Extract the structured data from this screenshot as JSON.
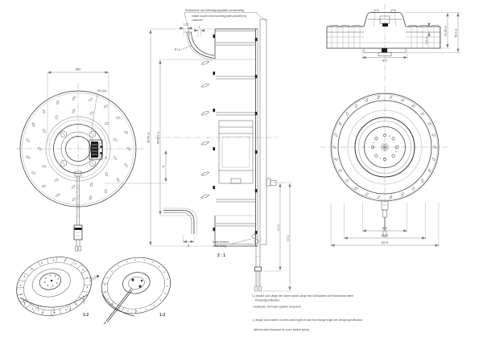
{
  "meta": {
    "background": "#ffffff",
    "ink": "#3a3a3a",
    "dim_ink": "#7a7a7a",
    "light_gray": "#c8c8c8"
  },
  "customer_note": {
    "de": "Einlaufdüse und Befestigungsplatte kundenseitig",
    "en1": "Intake nozzle and mounting plate provided by",
    "en2": "customer"
  },
  "front_view": {
    "dim_diameter": "Ø55",
    "thread_note": "M4 (4x)",
    "ref": "1)",
    "dim_offset": "11"
  },
  "section_view": {
    "dim_outer": "Ø178 ±2",
    "dim_inlet": "Ø128.5 ±1",
    "dim_gap1": "1.23",
    "dim_gap2": "2",
    "radius_note": "R7.5",
    "dim_flange": "11",
    "dim_len1": "L1 1)",
    "dim_len2": "L2 1)",
    "cable_de": "Kabel fixieren",
    "cable_en": "cable fixing",
    "detail_scale": "2 : 1"
  },
  "top_view": {
    "dim_height1": "50.85 ±1",
    "dim_height2": "58.3 ±1",
    "dim_hub": "6.8 ±1",
    "dim_diameter": "Ø72"
  },
  "rear_view": {
    "dim_d1": "Ø72",
    "dim_d2": "Ø132",
    "dim_d3": "Ø175"
  },
  "iso_views": {
    "scale_front": "1:2",
    "scale_back": "1:2"
  },
  "footnotes": {
    "de1": "1.) Anzahl und Länge der Litzen sowie Länge des Schlauches ab Flanschrand siehe",
    "de2": "Produktspezifikation",
    "de3": "- Axialspiel: mit Feder spielfrei verspannt",
    "en1": "1.) length and number of wires and length of tube from flange edge see design specification",
    "en2": "- without axial clearance by a pre-loaded spring"
  }
}
